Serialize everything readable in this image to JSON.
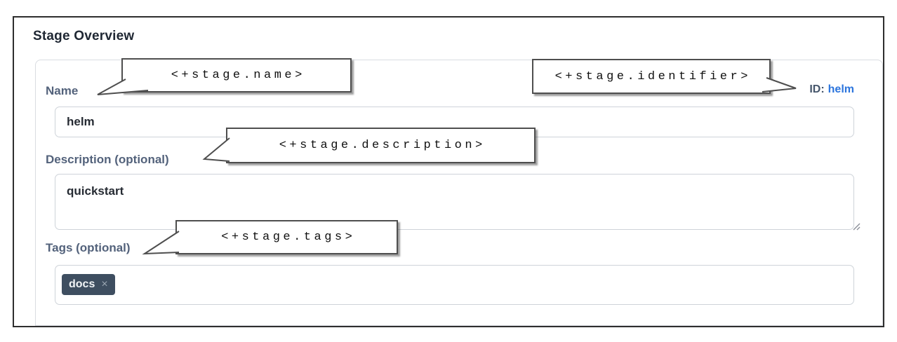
{
  "page": {
    "title": "Stage Overview"
  },
  "form": {
    "name": {
      "label": "Name",
      "value": "helm"
    },
    "identifier": {
      "label": "ID:",
      "value": "helm"
    },
    "description": {
      "label": "Description (optional)",
      "value": "quickstart"
    },
    "tags": {
      "label": "Tags (optional)",
      "chips": [
        {
          "text": "docs",
          "remove_icon": "×"
        }
      ]
    }
  },
  "annotations": {
    "name_expression": "<+stage.name>",
    "identifier_expression": "<+stage.identifier>",
    "description_expression": "<+stage.description>",
    "tags_expression": "<+stage.tags>"
  },
  "colors": {
    "id_value_link": "#2b74dd",
    "label_text": "#53627b",
    "tag_chip_bg": "#3e4e60",
    "callout_border": "#4e4e4e",
    "frame_border": "#2e2e2e"
  }
}
